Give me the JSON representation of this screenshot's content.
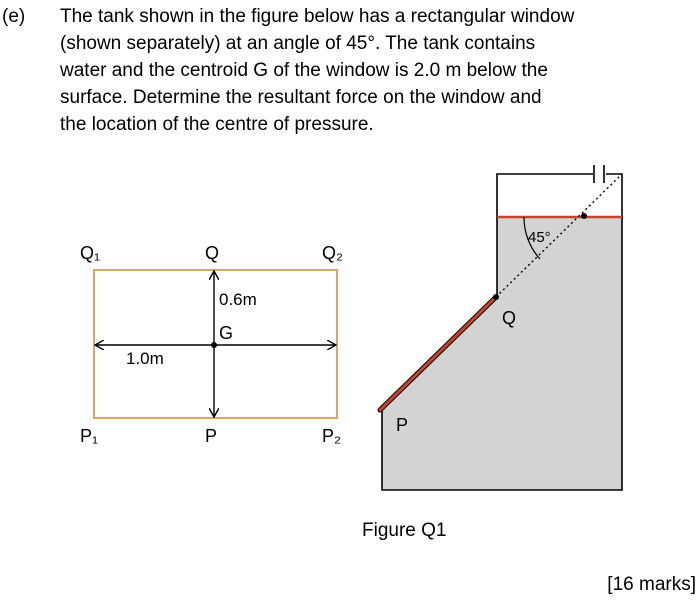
{
  "question": {
    "number": "(e)",
    "lines": [
      "The tank shown in the figure below has a rectangular window",
      "(shown separately) at an angle of 45°.  The tank contains",
      "water and the centroid G of the window is 2.0 m below the",
      "surface.  Determine the resultant force on the window and",
      "the location of the centre of pressure."
    ]
  },
  "window_figure": {
    "corner_q1": "Q₁",
    "corner_q2": "Q₂",
    "corner_p1": "P₁",
    "corner_p2": "P₂",
    "top_mid": "Q",
    "bottom_mid": "P",
    "centroid": "G",
    "half_height": "0.6m",
    "width": "1.0m"
  },
  "tank_figure": {
    "angle": "45°",
    "window_top": "Q",
    "window_bottom": "P"
  },
  "colors": {
    "window_outline": "#d9a56a",
    "water_fill": "#d3d3d3",
    "surface_line": "#c4462a",
    "window_edge": "#c4462a"
  },
  "caption": "Figure Q1",
  "marks": "[16 marks]"
}
